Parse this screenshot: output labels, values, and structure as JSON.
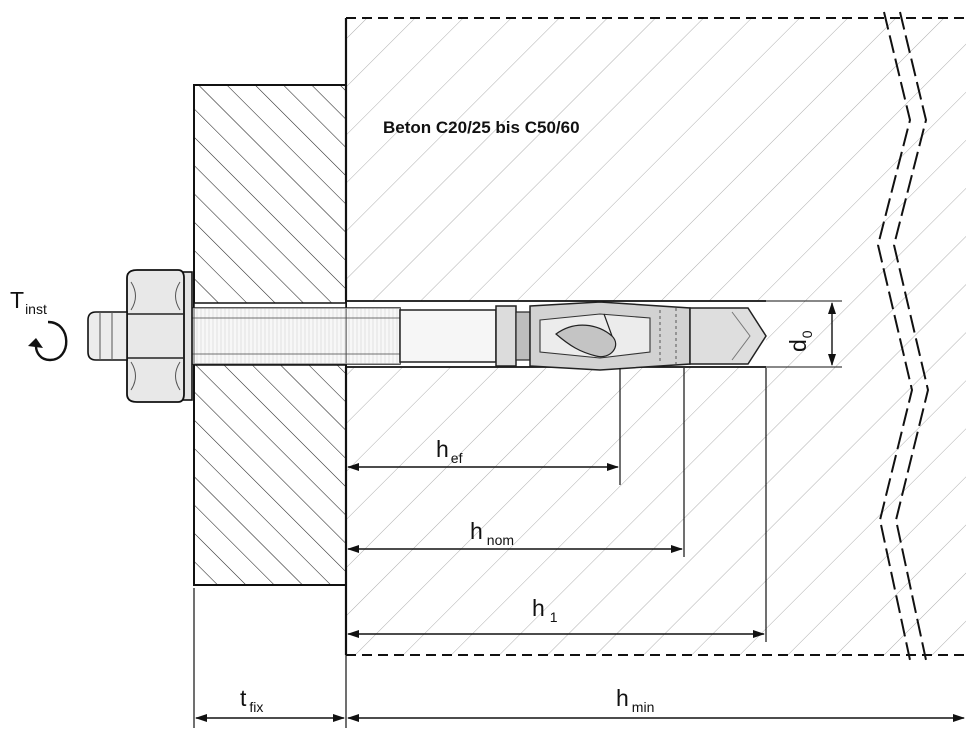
{
  "concrete_label": "Beton C20/25 bis C50/60",
  "torque": {
    "symbol": "T",
    "subscript": "inst"
  },
  "dimensions": {
    "d0": {
      "symbol": "d",
      "subscript": "0"
    },
    "hef": {
      "symbol": "h",
      "subscript": "ef"
    },
    "hnom": {
      "symbol": "h",
      "subscript": "nom"
    },
    "h1": {
      "symbol": "h",
      "subscript": "1"
    },
    "tfix": {
      "symbol": "t",
      "subscript": "fix"
    },
    "hmin": {
      "symbol": "h",
      "subscript": "min"
    }
  }
}
